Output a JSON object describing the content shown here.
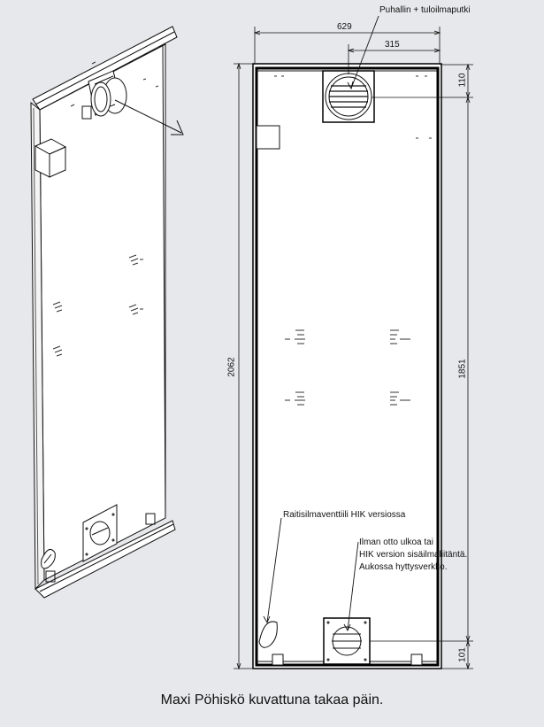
{
  "labels": {
    "fan": "Puhallin + tuloilmaputki",
    "valve_line1": "Raitisilmaventtiili HIK versiossa",
    "intake_line1": "Ilman otto ulkoa tai",
    "intake_line2": "HIK version sisäilmaliitäntä.",
    "intake_line3": "Aukossa hyttysverkko."
  },
  "dimensions": {
    "width_total": "629",
    "width_half": "315",
    "height_total": "2062",
    "offset_top": "110",
    "height_between": "1851",
    "offset_bottom": "101"
  },
  "caption": "Maxi Pöhiskö kuvattuna takaa päin."
}
